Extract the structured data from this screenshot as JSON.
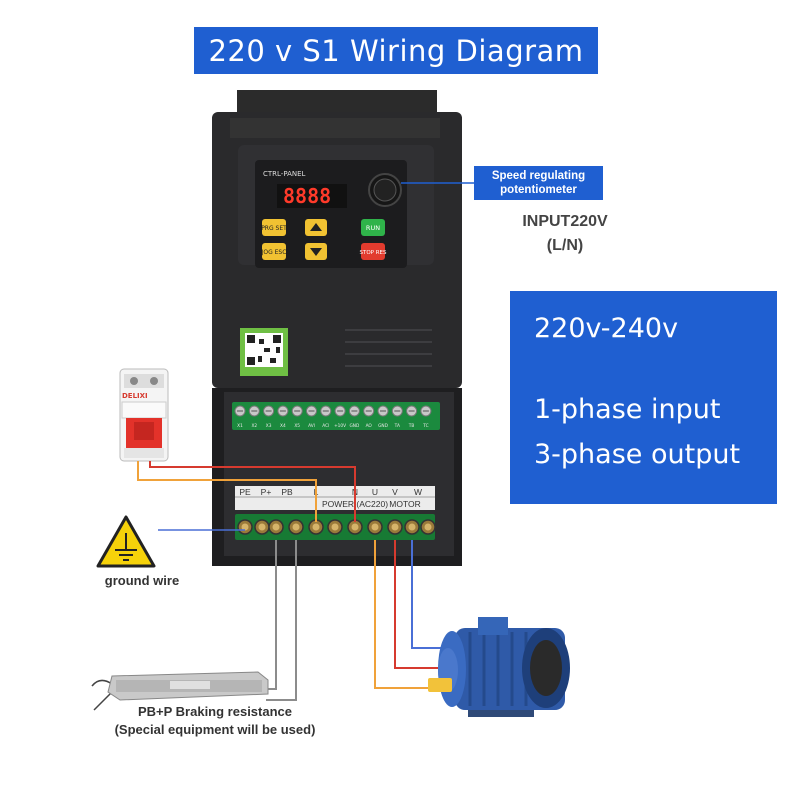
{
  "title": "220 v  S1  Wiring Diagram",
  "callout": {
    "line1": "Speed regulating",
    "line2": "potentiometer"
  },
  "input": {
    "line1": "INPUT220V",
    "line2": "(L/N)"
  },
  "spec": {
    "voltage": "220v-240v",
    "input_phase": "1-phase  input",
    "output_phase": "3-phase output"
  },
  "ground": {
    "label": "ground wire"
  },
  "brake": {
    "line1": "PB+P Braking resistance",
    "line2": "(Special equipment will be used)"
  },
  "panel": {
    "label": "CTRL-PANEL",
    "display": "8888",
    "buttons": {
      "prg": "PRG SET",
      "jog": "JOG ESC",
      "run": "RUN",
      "stop": "STOP RES"
    }
  },
  "breaker": {
    "brand": "DELIXI"
  },
  "terminals": {
    "control": [
      "X1",
      "X2",
      "X3",
      "X4",
      "X5",
      "AVI",
      "ACI",
      "+10V",
      "GND",
      "AO",
      "GND",
      "TA",
      "TB",
      "TC"
    ],
    "power": [
      "PE",
      "P+",
      "PB",
      "L",
      "N",
      "U",
      "V",
      "W"
    ],
    "power_group": "POWER (AC220)",
    "motor_group": "MOTOR"
  },
  "colors": {
    "accent": "#1f5fd1",
    "wire_red": "#d63a2f",
    "wire_orange": "#f0a23a",
    "wire_gray": "#8c8c8c",
    "wire_blue": "#4a6fd6"
  }
}
